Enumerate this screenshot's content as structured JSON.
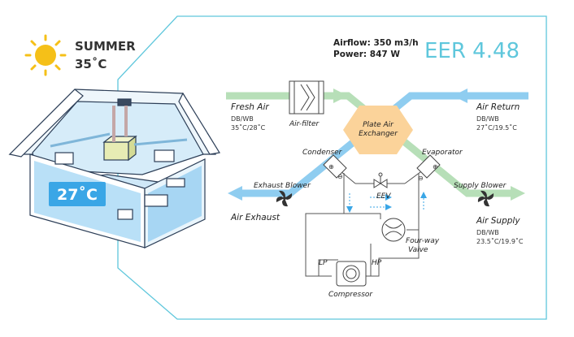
{
  "weather": {
    "season": "SUMMER",
    "outdoor_temp": "35˚C",
    "sun_color": "#f5c018"
  },
  "house": {
    "indoor_temp": "27˚C",
    "badge_color": "#3aa6e6"
  },
  "stats": {
    "airflow": "Airflow: 350 m3/h",
    "power": "Power: 847 W",
    "eer": "EER 4.48",
    "eer_color": "#5fc7dc"
  },
  "labels": {
    "fresh_air": "Fresh Air",
    "fresh_air_db": "DB/WB",
    "fresh_air_val": "35˚C/28˚C",
    "air_filter": "Air-filter",
    "exchanger_1": "Plate Air",
    "exchanger_2": "Exchanger",
    "air_return": "Air Return",
    "air_return_db": "DB/WB",
    "air_return_val": "27˚C/19.5˚C",
    "condenser": "Condenser",
    "evaporator": "Evaporator",
    "exhaust_blower": "Exhaust Blower",
    "supply_blower": "Supply Blower",
    "eev": "EEV",
    "air_exhaust": "Air Exhaust",
    "air_supply": "Air Supply",
    "air_supply_db": "DB/WB",
    "air_supply_val": "23.5˚C/19.9˚C",
    "four_way_1": "Four-way",
    "four_way_2": "Valve",
    "lp": "LP",
    "hp": "HP",
    "compressor": "Compressor"
  },
  "colors": {
    "green_flow": "#b7dfb8",
    "blue_flow": "#8fcdf0",
    "exchanger": "#fbd39a",
    "frame": "#5fc7dc"
  }
}
